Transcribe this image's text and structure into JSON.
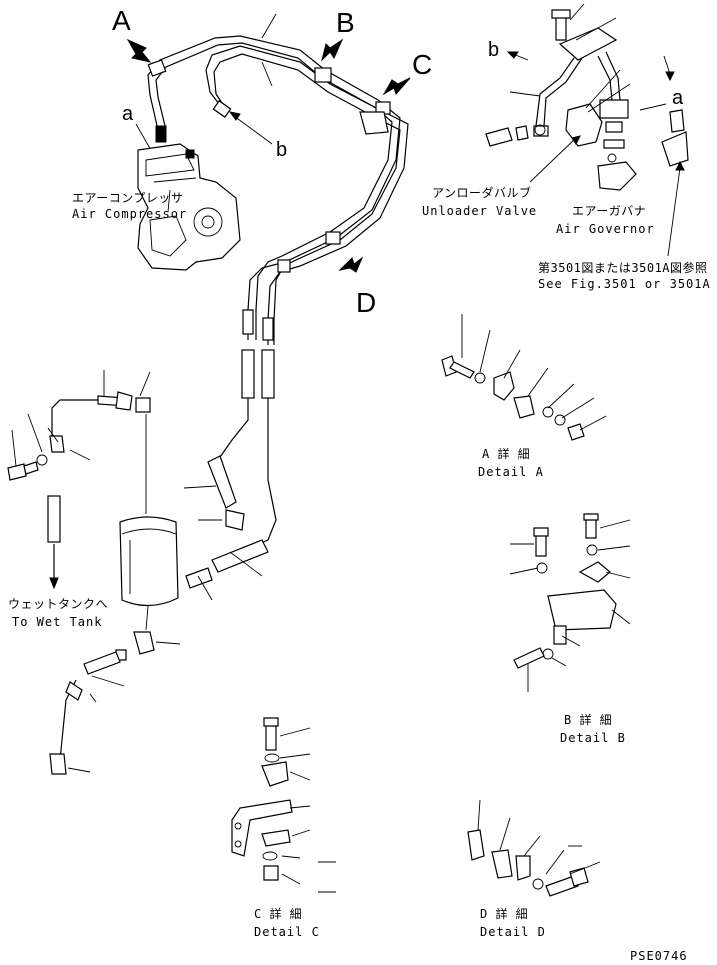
{
  "view_labels": {
    "a": "A",
    "b": "B",
    "c": "C",
    "d": "D"
  },
  "ref_labels": {
    "a1": "a",
    "b1": "b",
    "b2": "b",
    "a2": "a"
  },
  "components": {
    "air_compressor_jp": "エアーコンプレッサ",
    "air_compressor_en": "Air Compressor",
    "unloader_valve_jp": "アンローダバルブ",
    "unloader_valve_en": "Unloader Valve",
    "air_governor_jp": "エアーガバナ",
    "air_governor_en": "Air Governor",
    "see_fig_jp": "第3501図または3501A図参照",
    "see_fig_en": "See Fig.3501 or 3501A",
    "wet_tank_jp": "ウェットタンクへ",
    "wet_tank_en": "To Wet Tank"
  },
  "details": {
    "a_jp": "A 詳 細",
    "a_en": "Detail A",
    "b_jp": "B 詳 細",
    "b_en": "Detail B",
    "c_jp": "C 詳 細",
    "c_en": "Detail C",
    "d_jp": "D 詳 細",
    "d_en": "Detail D"
  },
  "drawing_code": "PSE0746"
}
